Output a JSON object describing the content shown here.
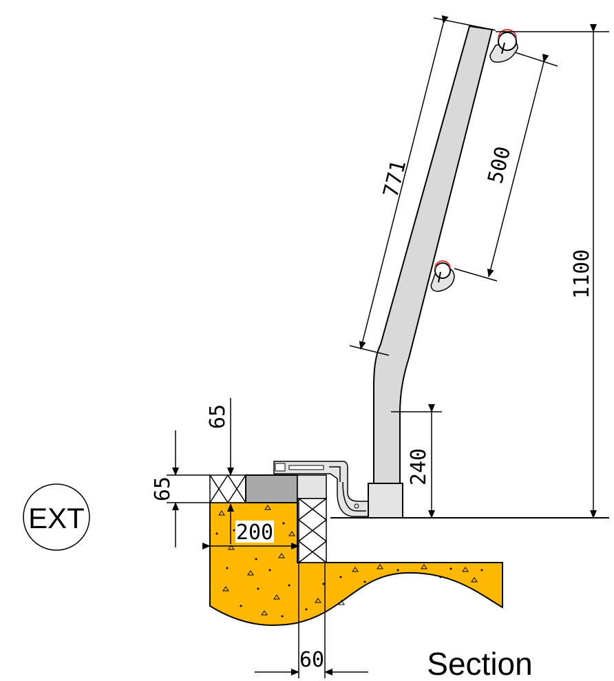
{
  "dimensions": {
    "rail_length": "771",
    "rail_spacing": "500",
    "total_height": "1100",
    "base_height": "240",
    "slab_step_top": "65",
    "slab_step_side": "65",
    "insulation_width": "200",
    "edge_offset": "60"
  },
  "labels": {
    "side_marker": "EXT",
    "view_title": "Section"
  },
  "colors": {
    "concrete": "#ffb800",
    "rail_fill": "#d9d9d9",
    "paving": "#a9a9a9",
    "handrail_marker": "#e53935"
  }
}
